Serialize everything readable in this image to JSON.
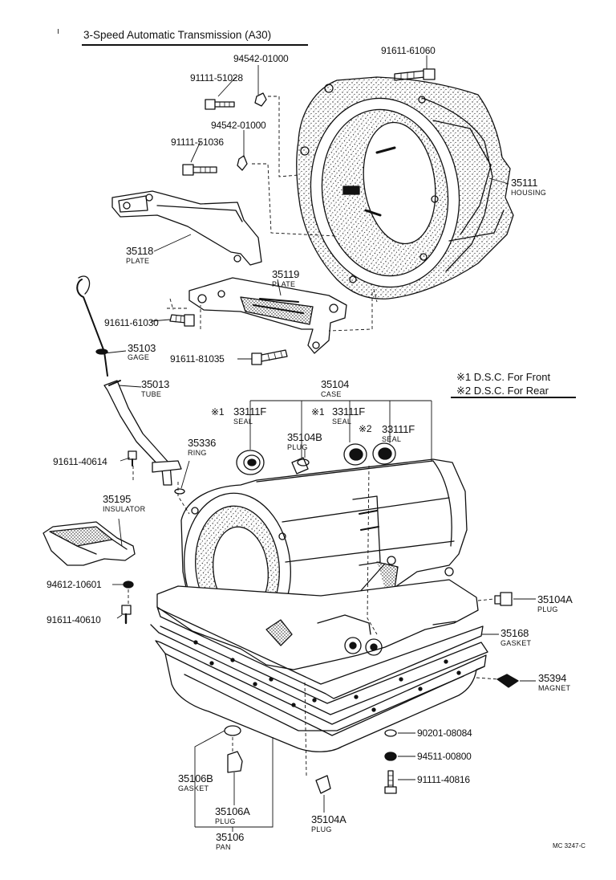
{
  "title": "3-Speed Automatic Transmission (A30)",
  "legend": {
    "line1": "※1  D.S.C. For Front",
    "line2": "※2  D.S.C. For Rear"
  },
  "footer": "MC 3247-C",
  "parts": {
    "p94542_a": "94542-01000",
    "p91111_51028": "91111-51028",
    "p94542_b": "94542-01000",
    "p91111_51036": "91111-51036",
    "p91611_61060": "91611-61060",
    "p35111": {
      "num": "35111",
      "name": "HOUSING"
    },
    "p35118": {
      "num": "35118",
      "name": "PLATE"
    },
    "p35119": {
      "num": "35119",
      "name": "PLATE"
    },
    "p91611_61030": "91611-61030",
    "p35103": {
      "num": "35103",
      "name": "GAGE"
    },
    "p91611_81035": "91611-81035",
    "p35013": {
      "num": "35013",
      "name": "TUBE"
    },
    "p35104": {
      "num": "35104",
      "name": "CASE"
    },
    "p33111F_1": {
      "mark": "※1",
      "num": "33111F",
      "name": "SEAL"
    },
    "p35104B": {
      "mark": "※1",
      "num": "35104B",
      "name": "PLUG"
    },
    "p33111F_2": {
      "num": "33111F",
      "name": "SEAL"
    },
    "p33111F_3": {
      "mark": "※2",
      "num": "33111F",
      "name": "SEAL"
    },
    "p35336": {
      "num": "35336",
      "name": "RING"
    },
    "p91611_40614": "91611-40614",
    "p35195": {
      "num": "35195",
      "name": "INSULATOR"
    },
    "p94612_10601": "94612-10601",
    "p91611_40610": "91611-40610",
    "p35104A_r": {
      "num": "35104A",
      "name": "PLUG"
    },
    "p35168": {
      "num": "35168",
      "name": "GASKET"
    },
    "p35394": {
      "num": "35394",
      "name": "MAGNET"
    },
    "p90201_08084": "90201-08084",
    "p94511_00800": "94511-00800",
    "p91111_40816": "91111-40816",
    "p35106B": {
      "num": "35106B",
      "name": "GASKET"
    },
    "p35106A": {
      "num": "35106A",
      "name": "PLUG"
    },
    "p35106": {
      "num": "35106",
      "name": "PAN"
    },
    "p35104A_b": {
      "num": "35104A",
      "name": "PLUG"
    }
  }
}
